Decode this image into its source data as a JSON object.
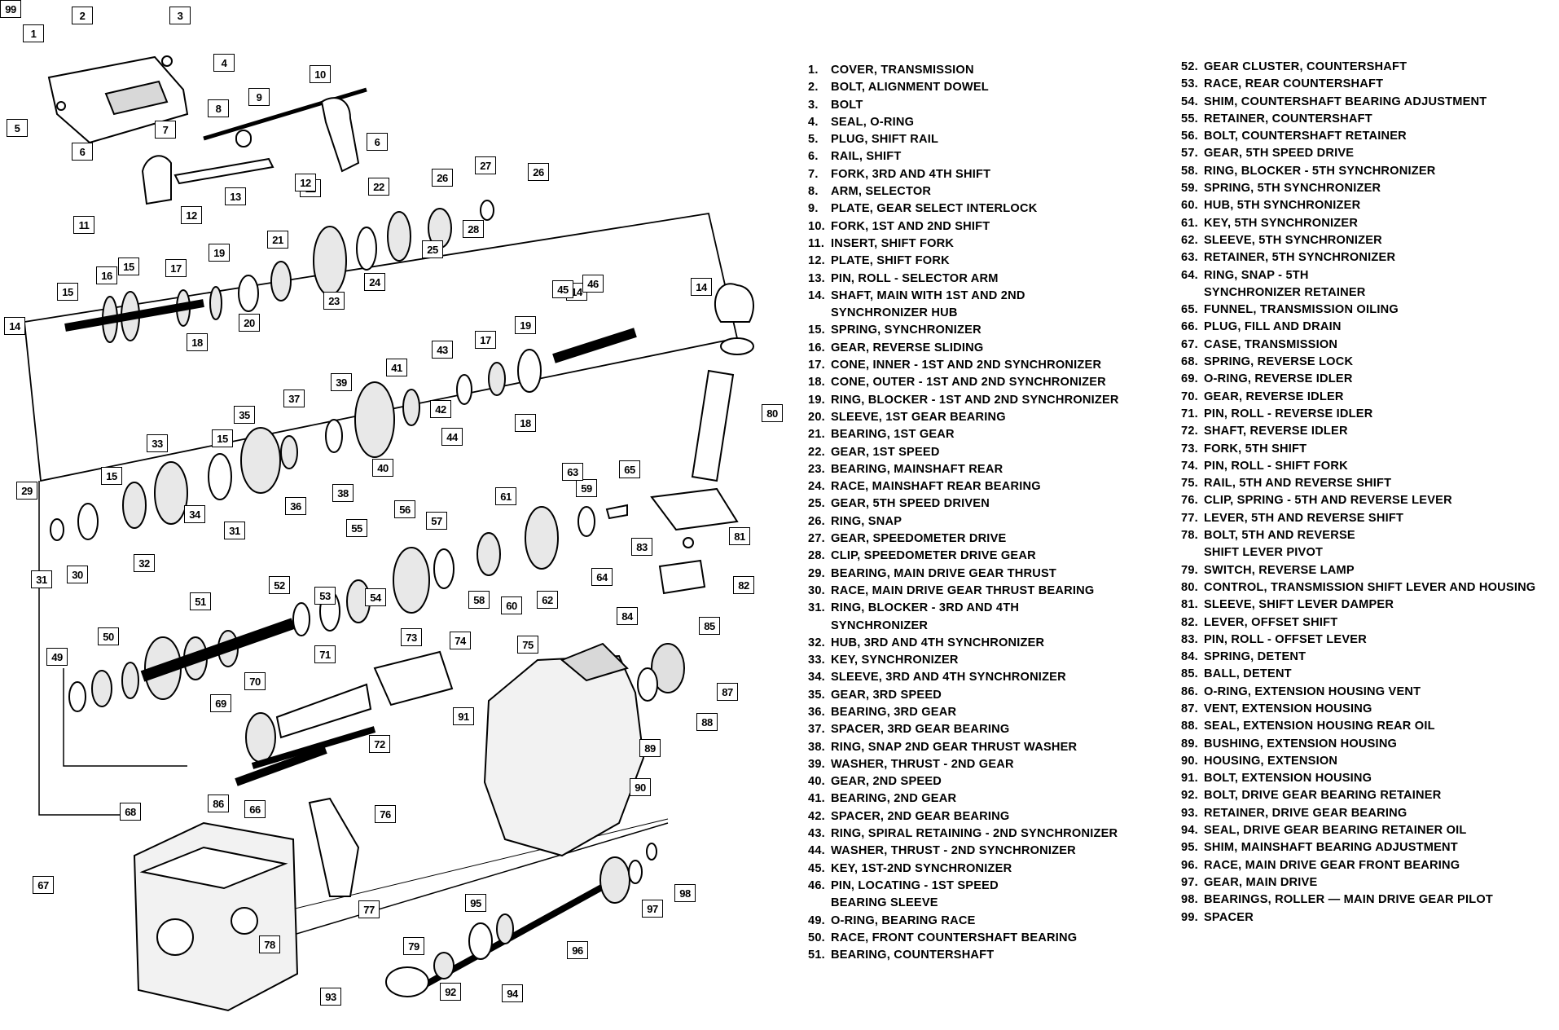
{
  "callouts": [
    "1",
    "2",
    "3",
    "4",
    "5",
    "6",
    "7",
    "8",
    "9",
    "10",
    "11",
    "12",
    "13",
    "6",
    "11",
    "12",
    "26",
    "27",
    "26",
    "28",
    "25",
    "24",
    "23",
    "22",
    "21",
    "20",
    "19",
    "18",
    "17",
    "16",
    "15",
    "15",
    "14",
    "14",
    "14",
    "19",
    "17",
    "18",
    "44",
    "43",
    "42",
    "41",
    "45",
    "46",
    "40",
    "39",
    "38",
    "37",
    "36",
    "35",
    "34",
    "33",
    "32",
    "31",
    "31",
    "30",
    "29",
    "15",
    "15",
    "80",
    "59",
    "61",
    "63",
    "65",
    "64",
    "62",
    "60",
    "58",
    "57",
    "56",
    "55",
    "54",
    "53",
    "52",
    "51",
    "50",
    "49",
    "81",
    "82",
    "83",
    "84",
    "85",
    "71",
    "70",
    "69",
    "73",
    "74",
    "72",
    "75",
    "87",
    "88",
    "89",
    "90",
    "91",
    "86",
    "68",
    "67",
    "66",
    "76",
    "77",
    "78",
    "79",
    "93",
    "92",
    "94",
    "95",
    "96",
    "97",
    "98",
    "99"
  ],
  "legend": {
    "left": [
      {
        "num": "1.",
        "text": "COVER, TRANSMISSION"
      },
      {
        "num": "2.",
        "text": "BOLT, ALIGNMENT DOWEL"
      },
      {
        "num": "3.",
        "text": "BOLT"
      },
      {
        "num": "4.",
        "text": "SEAL, O-RING"
      },
      {
        "num": "5.",
        "text": "PLUG, SHIFT RAIL"
      },
      {
        "num": "6.",
        "text": "RAIL, SHIFT"
      },
      {
        "num": "7.",
        "text": "FORK, 3RD AND 4TH SHIFT"
      },
      {
        "num": "8.",
        "text": "ARM, SELECTOR"
      },
      {
        "num": "9.",
        "text": "PLATE, GEAR SELECT INTERLOCK"
      },
      {
        "num": "10.",
        "text": "FORK, 1ST AND 2ND SHIFT"
      },
      {
        "num": "11.",
        "text": "INSERT, SHIFT FORK"
      },
      {
        "num": "12.",
        "text": "PLATE, SHIFT FORK"
      },
      {
        "num": "13.",
        "text": "PIN, ROLL - SELECTOR ARM"
      },
      {
        "num": "14.",
        "text": "SHAFT, MAIN WITH 1ST AND 2ND\nSYNCHRONIZER HUB"
      },
      {
        "num": "15.",
        "text": "SPRING, SYNCHRONIZER"
      },
      {
        "num": "16.",
        "text": "GEAR, REVERSE SLIDING"
      },
      {
        "num": "17.",
        "text": "CONE, INNER - 1ST AND 2ND SYNCHRONIZER"
      },
      {
        "num": "18.",
        "text": "CONE, OUTER - 1ST AND 2ND SYNCHRONIZER"
      },
      {
        "num": "19.",
        "text": "RING, BLOCKER - 1ST AND 2ND SYNCHRONIZER"
      },
      {
        "num": "20.",
        "text": "SLEEVE, 1ST GEAR BEARING"
      },
      {
        "num": "21.",
        "text": "BEARING, 1ST GEAR"
      },
      {
        "num": "22.",
        "text": "GEAR, 1ST SPEED"
      },
      {
        "num": "23.",
        "text": "BEARING, MAINSHAFT REAR"
      },
      {
        "num": "24.",
        "text": "RACE, MAINSHAFT REAR BEARING"
      },
      {
        "num": "25.",
        "text": "GEAR, 5TH SPEED DRIVEN"
      },
      {
        "num": "26.",
        "text": "RING, SNAP"
      },
      {
        "num": "27.",
        "text": "GEAR, SPEEDOMETER DRIVE"
      },
      {
        "num": "28.",
        "text": "CLIP, SPEEDOMETER DRIVE GEAR"
      },
      {
        "num": "29.",
        "text": "BEARING, MAIN DRIVE GEAR THRUST"
      },
      {
        "num": "30.",
        "text": "RACE, MAIN DRIVE GEAR THRUST BEARING"
      },
      {
        "num": "31.",
        "text": "RING, BLOCKER - 3RD AND 4TH\nSYNCHRONIZER"
      },
      {
        "num": "32.",
        "text": "HUB, 3RD AND 4TH SYNCHRONIZER"
      },
      {
        "num": "33.",
        "text": "KEY, SYNCHRONIZER"
      },
      {
        "num": "34.",
        "text": "SLEEVE, 3RD AND 4TH SYNCHRONIZER"
      },
      {
        "num": "35.",
        "text": "GEAR, 3RD SPEED"
      },
      {
        "num": "36.",
        "text": "BEARING, 3RD GEAR"
      },
      {
        "num": "37.",
        "text": "SPACER, 3RD GEAR BEARING"
      },
      {
        "num": "38.",
        "text": "RING, SNAP 2ND GEAR THRUST WASHER"
      },
      {
        "num": "39.",
        "text": "WASHER, THRUST - 2ND GEAR"
      },
      {
        "num": "40.",
        "text": "GEAR, 2ND SPEED"
      },
      {
        "num": "41.",
        "text": "BEARING, 2ND GEAR"
      },
      {
        "num": "42.",
        "text": "SPACER, 2ND GEAR BEARING"
      },
      {
        "num": "43.",
        "text": "RING, SPIRAL RETAINING - 2ND SYNCHRONIZER"
      },
      {
        "num": "44.",
        "text": "WASHER, THRUST - 2ND SYNCHRONIZER"
      },
      {
        "num": "45.",
        "text": "KEY, 1ST-2ND SYNCHRONIZER"
      },
      {
        "num": "46.",
        "text": "PIN, LOCATING - 1ST SPEED\nBEARING SLEEVE"
      },
      {
        "num": "49.",
        "text": "O-RING, BEARING RACE"
      },
      {
        "num": "50.",
        "text": "RACE, FRONT COUNTERSHAFT BEARING"
      },
      {
        "num": "51.",
        "text": "BEARING, COUNTERSHAFT"
      }
    ],
    "right": [
      {
        "num": "52.",
        "text": "GEAR CLUSTER, COUNTERSHAFT"
      },
      {
        "num": "53.",
        "text": "RACE, REAR COUNTERSHAFT"
      },
      {
        "num": "54.",
        "text": "SHIM, COUNTERSHAFT BEARING ADJUSTMENT"
      },
      {
        "num": "55.",
        "text": "RETAINER, COUNTERSHAFT"
      },
      {
        "num": "56.",
        "text": "BOLT, COUNTERSHAFT RETAINER"
      },
      {
        "num": "57.",
        "text": "GEAR, 5TH SPEED DRIVE"
      },
      {
        "num": "58.",
        "text": "RING, BLOCKER - 5TH SYNCHRONIZER"
      },
      {
        "num": "59.",
        "text": "SPRING, 5TH SYNCHRONIZER"
      },
      {
        "num": "60.",
        "text": "HUB, 5TH SYNCHRONIZER"
      },
      {
        "num": "61.",
        "text": "KEY, 5TH SYNCHRONIZER"
      },
      {
        "num": "62.",
        "text": "SLEEVE, 5TH SYNCHRONIZER"
      },
      {
        "num": "63.",
        "text": "RETAINER, 5TH SYNCHRONIZER"
      },
      {
        "num": "64.",
        "text": "RING, SNAP - 5TH\nSYNCHRONIZER RETAINER"
      },
      {
        "num": "65.",
        "text": "FUNNEL, TRANSMISSION OILING"
      },
      {
        "num": "66.",
        "text": "PLUG, FILL AND DRAIN"
      },
      {
        "num": "67.",
        "text": "CASE, TRANSMISSION"
      },
      {
        "num": "68.",
        "text": "SPRING, REVERSE LOCK"
      },
      {
        "num": "69.",
        "text": "O-RING, REVERSE IDLER"
      },
      {
        "num": "70.",
        "text": "GEAR, REVERSE IDLER"
      },
      {
        "num": "71.",
        "text": "PIN, ROLL - REVERSE IDLER"
      },
      {
        "num": "72.",
        "text": "SHAFT, REVERSE IDLER"
      },
      {
        "num": "73.",
        "text": "FORK, 5TH SHIFT"
      },
      {
        "num": "74.",
        "text": "PIN, ROLL - SHIFT FORK"
      },
      {
        "num": "75.",
        "text": "RAIL, 5TH AND REVERSE SHIFT"
      },
      {
        "num": "76.",
        "text": "CLIP, SPRING - 5TH AND REVERSE LEVER"
      },
      {
        "num": "77.",
        "text": "LEVER, 5TH AND REVERSE SHIFT"
      },
      {
        "num": "78.",
        "text": "BOLT, 5TH AND REVERSE\nSHIFT LEVER PIVOT"
      },
      {
        "num": "79.",
        "text": "SWITCH, REVERSE LAMP"
      },
      {
        "num": "80.",
        "text": "CONTROL, TRANSMISSION SHIFT LEVER AND HOUSING"
      },
      {
        "num": "81.",
        "text": "SLEEVE, SHIFT LEVER DAMPER"
      },
      {
        "num": "82.",
        "text": "LEVER, OFFSET SHIFT"
      },
      {
        "num": "83.",
        "text": "PIN, ROLL - OFFSET LEVER"
      },
      {
        "num": "84.",
        "text": "SPRING, DETENT"
      },
      {
        "num": "85.",
        "text": "BALL, DETENT"
      },
      {
        "num": "86.",
        "text": "O-RING, EXTENSION HOUSING VENT"
      },
      {
        "num": "87.",
        "text": "VENT, EXTENSION HOUSING"
      },
      {
        "num": "88.",
        "text": "SEAL, EXTENSION HOUSING REAR OIL"
      },
      {
        "num": "89.",
        "text": "BUSHING, EXTENSION HOUSING"
      },
      {
        "num": "90.",
        "text": "HOUSING, EXTENSION"
      },
      {
        "num": "91.",
        "text": "BOLT, EXTENSION HOUSING"
      },
      {
        "num": "92.",
        "text": "BOLT, DRIVE GEAR BEARING RETAINER"
      },
      {
        "num": "93.",
        "text": "RETAINER, DRIVE GEAR BEARING"
      },
      {
        "num": "94.",
        "text": "SEAL, DRIVE GEAR BEARING RETAINER OIL"
      },
      {
        "num": "95.",
        "text": "SHIM, MAINSHAFT BEARING ADJUSTMENT"
      },
      {
        "num": "96.",
        "text": "RACE, MAIN DRIVE GEAR FRONT BEARING"
      },
      {
        "num": "97.",
        "text": "GEAR, MAIN DRIVE"
      },
      {
        "num": "98.",
        "text": "BEARINGS, ROLLER — MAIN DRIVE GEAR PILOT"
      },
      {
        "num": "99.",
        "text": "SPACER"
      }
    ]
  }
}
